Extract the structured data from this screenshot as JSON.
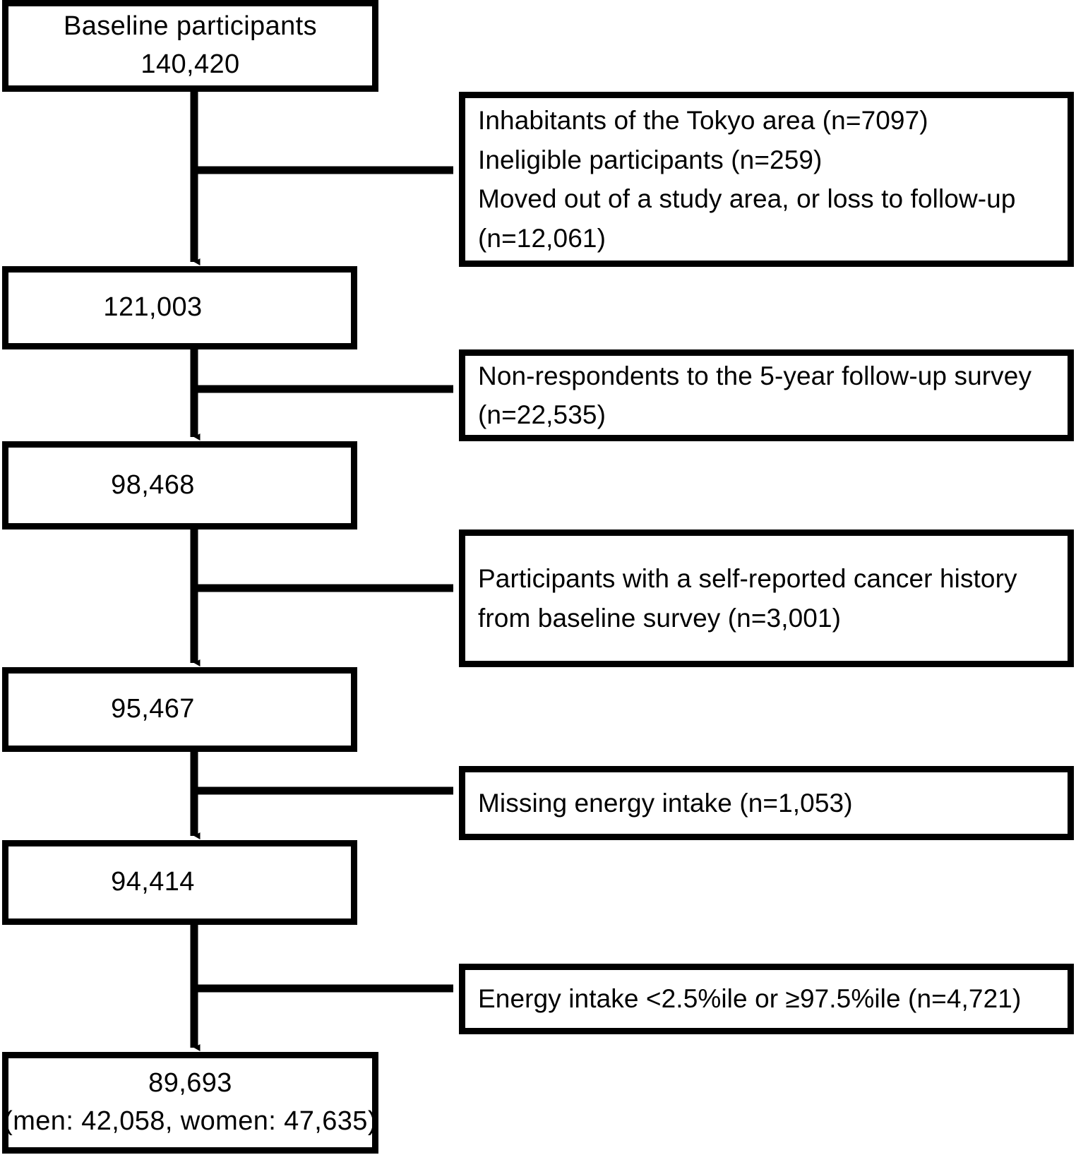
{
  "diagram": {
    "type": "participant-flow-chart",
    "title": "Study participant flow",
    "line_color": "#000000",
    "box_fill": "#ffffff",
    "main_nodes": [
      {
        "id": "baseline",
        "lines": [
          "Baseline participants",
          "140,420"
        ],
        "count": "140,420"
      },
      {
        "id": "after-exclusion-1",
        "lines": [
          "121,003"
        ],
        "count": "121,003"
      },
      {
        "id": "after-exclusion-2",
        "lines": [
          "98,468"
        ],
        "count": "98,468"
      },
      {
        "id": "after-exclusion-3",
        "lines": [
          "95,467"
        ],
        "count": "95,467"
      },
      {
        "id": "after-exclusion-4",
        "lines": [
          "94,414"
        ],
        "count": "94,414"
      },
      {
        "id": "final-analytic-sample",
        "lines": [
          "89,693",
          "(men: 42,058, women: 47,635)"
        ],
        "count": "89,693",
        "men": "42,058",
        "women": "47,635"
      }
    ],
    "exclusion_nodes": [
      {
        "id": "exclusion-1",
        "lines": [
          "Inhabitants of the  Tokyo area (n=7097)",
          "Ineligible participants (n=259)",
          "Moved out of a study area, or loss to follow-up",
          " (n=12,061)"
        ],
        "counts": [
          "7097",
          "259",
          "12,061"
        ]
      },
      {
        "id": "exclusion-2",
        "lines": [
          "Non-respondents to the 5-year follow-up survey",
          " (n=22,535)"
        ],
        "counts": [
          "22,535"
        ]
      },
      {
        "id": "exclusion-3",
        "lines": [
          "Participants with a self-reported cancer history",
          "from baseline survey (n=3,001)"
        ],
        "counts": [
          "3,001"
        ]
      },
      {
        "id": "exclusion-4",
        "lines": [
          "Missing energy intake (n=1,053)"
        ],
        "counts": [
          "1,053"
        ]
      },
      {
        "id": "exclusion-5",
        "lines": [
          "Energy intake <2.5%ile or ≥97.5%ile  (n=4,721)"
        ],
        "counts": [
          "4,721"
        ]
      }
    ]
  }
}
